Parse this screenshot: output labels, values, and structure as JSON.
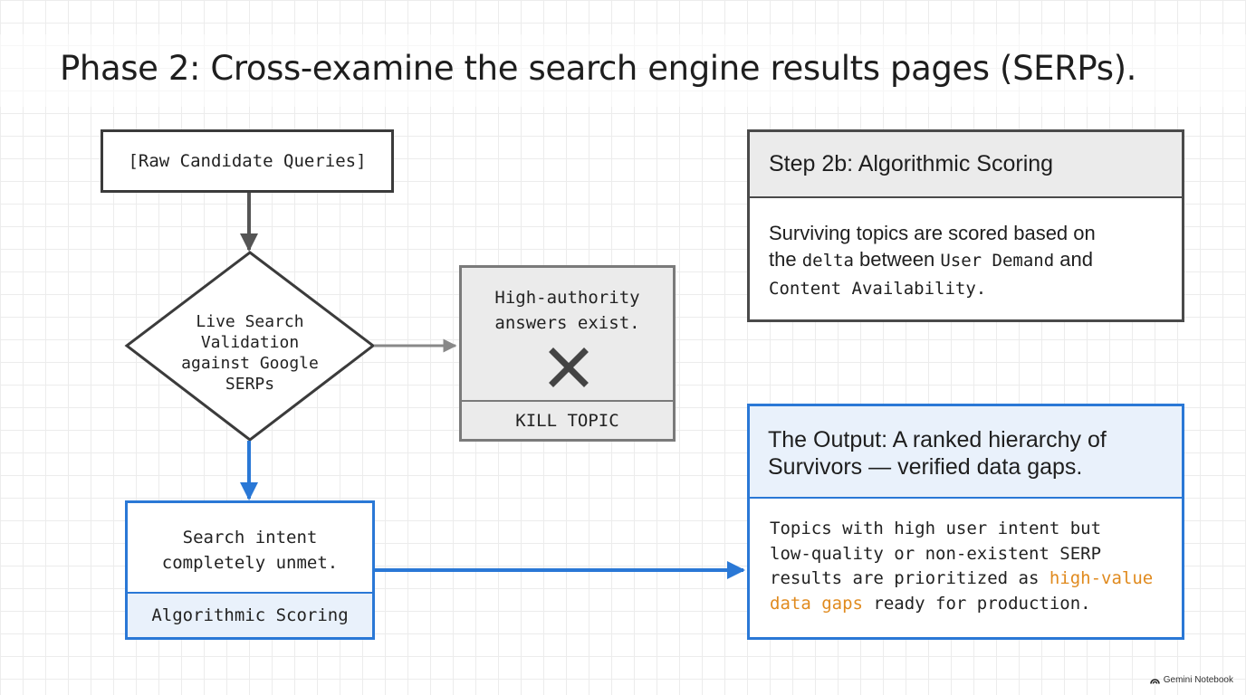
{
  "title": "Phase 2: Cross-examine the search engine results pages (SERPs).",
  "flow": {
    "raw_queries": "[Raw Candidate Queries]",
    "validation": [
      "Live Search",
      "Validation",
      "against Google",
      "SERPs"
    ],
    "kill_condition": [
      "High-authority",
      "answers exist."
    ],
    "kill_label": "KILL TOPIC",
    "kill_icon": "x-icon",
    "unmet": [
      "Search intent",
      "completely unmet."
    ],
    "unmet_label": "Algorithmic Scoring"
  },
  "step_card": {
    "title": "Step 2b: Algorithmic Scoring",
    "body_1": "Surviving topics are scored based on",
    "body_2": "the ",
    "body_delta": "delta",
    "body_3": " between ",
    "body_user_demand": "User Demand",
    "body_4": " and",
    "body_content_availability": "Content Availability",
    "body_5": "."
  },
  "output_card": {
    "title_line_1": "The Output: A ranked hierarchy of",
    "title_line_2": "Survivors — verified data gaps.",
    "body_1": "Topics with high user intent but",
    "body_2": "low-quality or non-existent SERP",
    "body_3a": "results are prioritized as ",
    "body_highlight_1": "high-value",
    "body_highlight_2": "data gaps",
    "body_4": " ready for production."
  },
  "brand": "Gemini Notebook",
  "colors": {
    "accent_blue": "#2a78d6",
    "highlight_orange": "#e08a1e",
    "dark_arrow": "#555555",
    "gray_box": "#ebebeb"
  }
}
